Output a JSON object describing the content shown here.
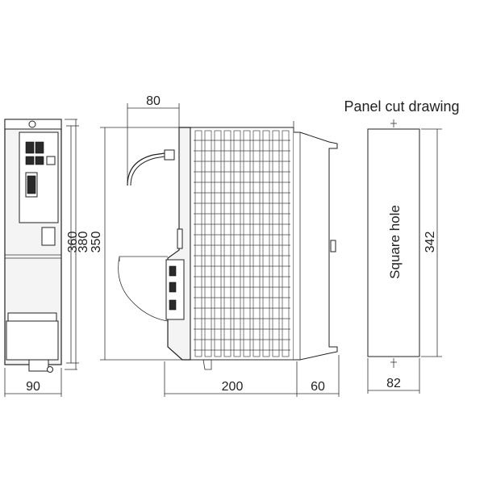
{
  "title": "Panel cut drawing",
  "hole_label": "Square hole",
  "dimensions": {
    "cable_bend": "80",
    "front_height_a": "360",
    "front_height_b": "380",
    "side_height": "350",
    "front_width": "90",
    "depth_body": "200",
    "depth_fins": "60",
    "cut_height": "342",
    "cut_width": "82"
  }
}
